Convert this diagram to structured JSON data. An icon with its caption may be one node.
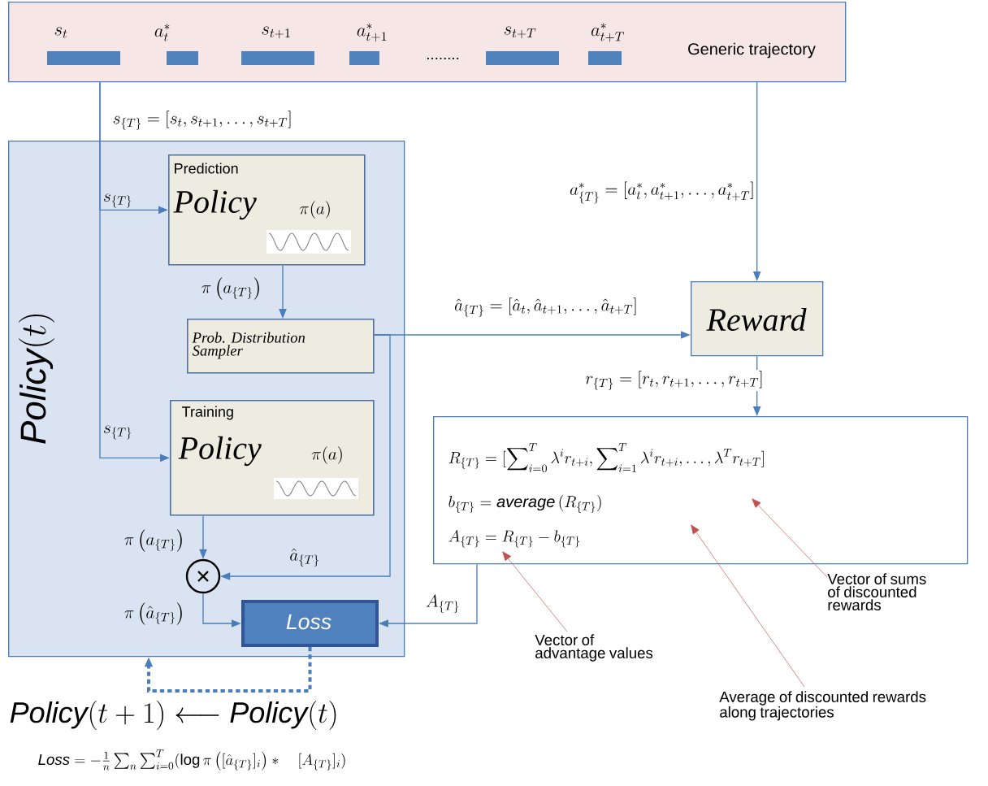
{
  "diagram": {
    "nodes": [
      {
        "text": [
          "Generic trajectory"
        ]
      },
      {
        "text": [
          "\\mathit{Policy}(t)"
        ]
      },
      {
        "text": [
          "Prediction",
          "Policy",
          "\\pi(a)"
        ],
        "in": 1
      },
      {
        "text": [
          "Prob. Distribution Sampler"
        ],
        "in": 1
      },
      {
        "text": [
          "Training",
          "Policy",
          "\\pi(a)"
        ],
        "in": 1
      },
      {
        "text": [],
        "shape": "circle",
        "in": 1
      },
      {
        "text": [
          "Loss"
        ],
        "in": 1
      },
      {
        "text": [
          "Reward"
        ]
      },
      {
        "text": [
          "R_{\\{T\\}} = [\\sum\\nolimits_{i=0}^{T} \\lambda^{i} r_{t+i}, \\sum\\nolimits_{i=1}^{T} \\lambda^{i} r_{t+i}, \\ldots, \\lambda^{T} r_{t+T}]",
          "b_{\\{T\\}} = \\mathit{average}\\,(R_{\\{T\\}})",
          "A_{\\{T\\}} = R_{\\{T\\}} - b_{\\{T\\}}"
        ]
      },
      {
        "text": [
          "Vector of advantage values"
        ]
      },
      {
        "text": [
          "Average of discounted rewards along trajectories"
        ]
      },
      {
        "text": [
          "Vector of sums of discounted rewards"
        ]
      }
    ],
    "edges": [
      {
        "from": 0,
        "to": 2,
        "arrow": "to",
        "label": "s_{\\{T\\}}"
      },
      {
        "from": 0,
        "to": 4,
        "arrow": "to",
        "label": "s_{\\{T\\}}"
      },
      {
        "from": 0,
        "to": 7,
        "arrow": "to",
        "label": "a^{*}_{\\{T\\}} = [a^{*}_{t}, a^{*}_{t+1}, \\ldots, a^{*}_{t+T}]"
      },
      {
        "from": 2,
        "to": 3,
        "arrow": "to",
        "label": "\\pi\\left(a_{\\{T\\}}\\right)"
      },
      {
        "from": 3,
        "to": 7,
        "arrow": "to",
        "label": "\\hat{a}_{\\{T\\}} = [\\hat{a}_{t}, \\hat{a}_{t+1}, \\ldots, \\hat{a}_{t+T}]"
      },
      {
        "from": 3,
        "to": 5,
        "arrow": "to",
        "label": "\\hat{a}_{\\{T\\}}"
      },
      {
        "from": 4,
        "to": 5,
        "arrow": "to",
        "label": "\\pi\\left(a_{\\{T\\}}\\right)"
      },
      {
        "from": 5,
        "to": 6,
        "arrow": "to",
        "label": "\\pi\\left(\\hat{a}_{\\{T\\}}\\right)"
      },
      {
        "from": 7,
        "to": 8,
        "arrow": "to",
        "label": "r_{\\{T\\}} = [r_{t}, r_{t+1}, \\ldots, r_{t+T}]"
      },
      {
        "from": 8,
        "to": 6,
        "arrow": "to",
        "label": "A_{\\{T\\}}"
      },
      {
        "from": 6,
        "to": 1,
        "arrow": "to",
        "style": "dashed"
      },
      {
        "from": 9,
        "to": 8,
        "arrow": "to",
        "color": "#c0504d"
      },
      {
        "from": 10,
        "to": 8,
        "arrow": "to",
        "color": "#c0504d"
      },
      {
        "from": 11,
        "to": 8,
        "arrow": "to",
        "color": "#c0504d"
      }
    ],
    "labels": [
      "s_{t}",
      "a^{*}_{t}",
      "s_{t+1}",
      "a^{*}_{t+1}",
      "........",
      "s_{t+T}",
      "a^{*}_{t+T}",
      "s_{\\{T\\}} = [s_{t}, s_{t+1}, \\ldots, s_{t+T}]",
      "\\mathit{Policy}(t+1) \\longleftarrow \\mathit{Policy}(t)",
      "\\mathit{Loss} = -\\frac{1}{n}\\sum_{n}\\sum_{i=0}^{T} (\\log \\pi\\left([\\hat{a}_{\\{T\\}}]_{i}\\right) * \\quad [A_{\\{T\\}}]_{i})"
    ]
  }
}
